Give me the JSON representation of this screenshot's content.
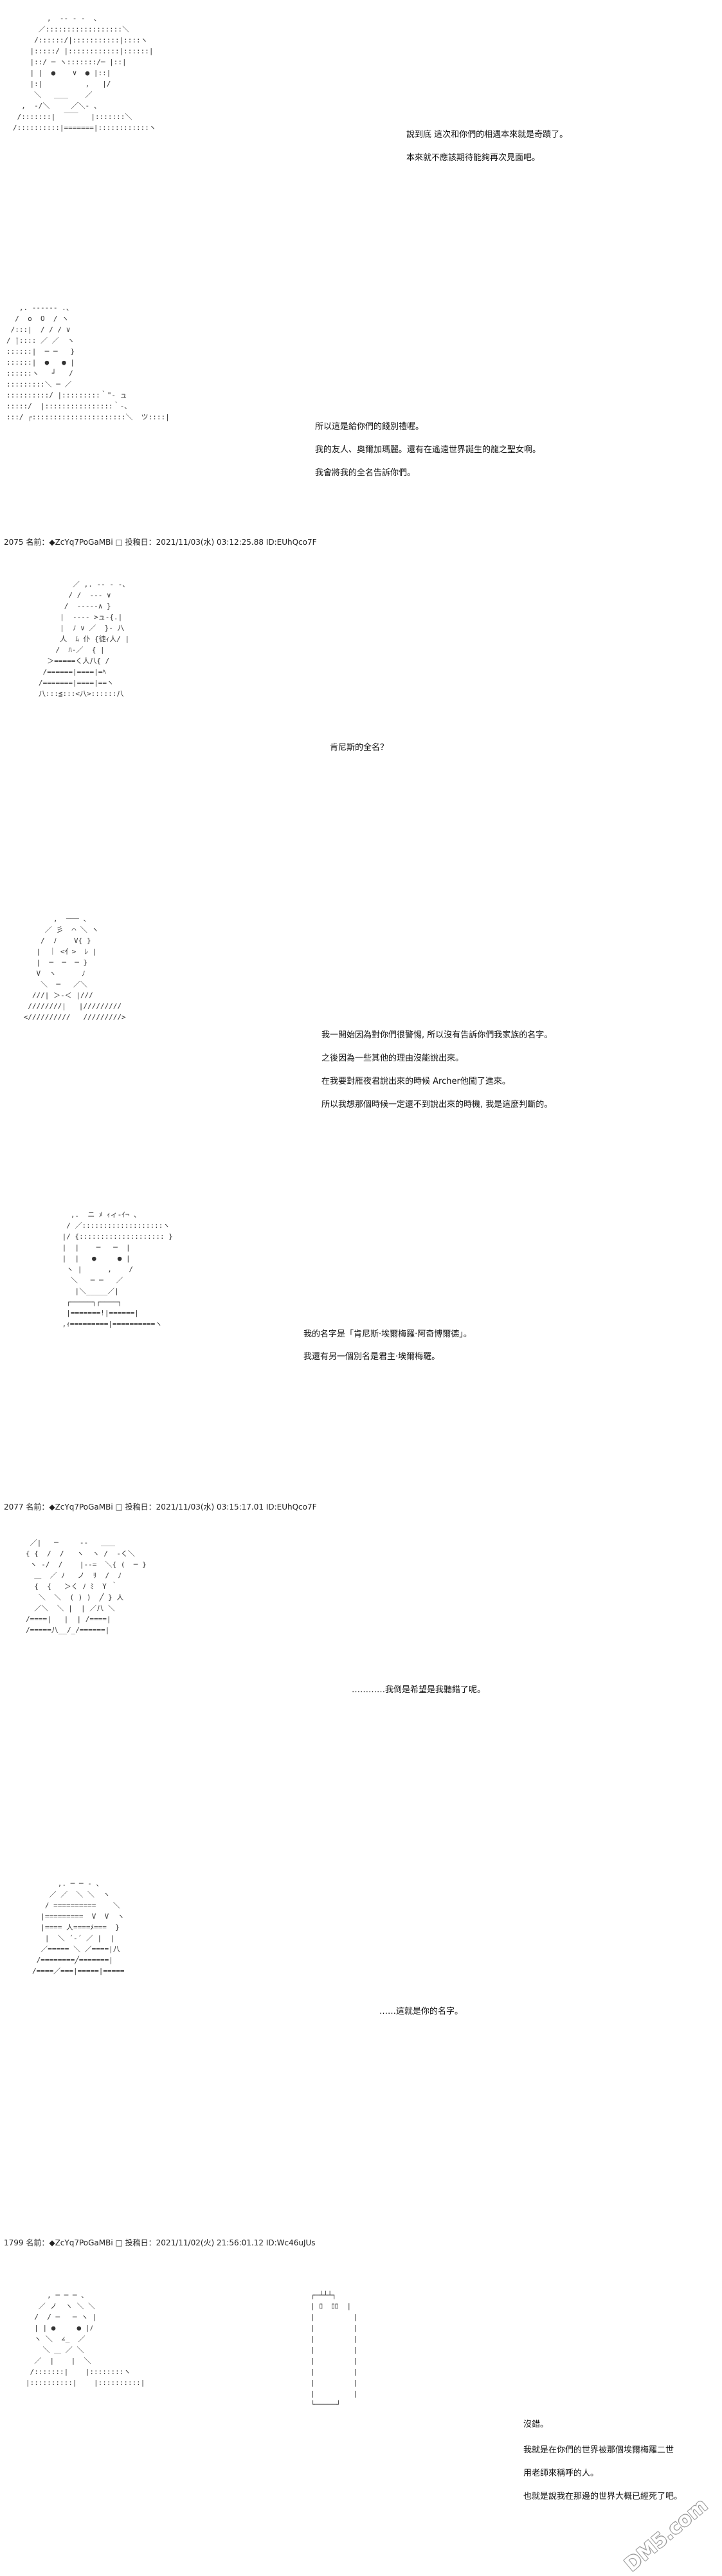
{
  "panels": [
    {
      "lines": [
        "說到底 這次和你們的相遇本來就是奇蹟了。",
        "本來就不應該期待能夠再次見面吧。"
      ]
    },
    {
      "lines": [
        "所以這是給你們的餞別禮喔。",
        "我的友人、奧爾加瑪麗。還有在遙遠世界誕生的龍之聖女啊。",
        "我會將我的全名告訴你們。"
      ]
    },
    {
      "lines": [
        "肯尼斯的全名？"
      ]
    },
    {
      "lines": [
        "我一開始因為對你們很警惕, 所以沒有告訴你們我家族的名字。",
        "之後因為一些其他的理由沒能說出來。",
        "在我要對雁夜君說出來的時候 Archer他闖了進來。",
        "所以我想那個時候一定還不到說出來的時機, 我是這麼判斷的。"
      ]
    },
    {
      "lines": [
        "我的名字是「肯尼斯·埃爾梅羅·阿奇博爾德」。",
        "我還有另一個別名是君主·埃爾梅羅。"
      ]
    },
    {
      "lines": [
        "…………我倒是希望是我聽錯了呢。"
      ]
    },
    {
      "lines": [
        "……這就是你的名字。"
      ]
    },
    {
      "lines": [
        "沒錯。",
        "我就是在你們的世界被那個埃爾梅羅二世",
        " 用老師來稱呼的人。",
        " 也就是說我在那邊的世界大概已經死了吧。"
      ]
    }
  ],
  "post_headers": [
    "2075 名前：◆ZcYq7PoGaMBi □ 投稿日：2021/11/03(水) 03:12:25.88 ID:EUhQco7F",
    "2077 名前：◆ZcYq7PoGaMBi □ 投稿日：2021/11/03(水) 03:15:17.01 ID:EUhQco7F",
    "1799 名前：◆ZcYq7PoGaMBi □ 投稿日：2021/11/02(火) 21:56:01.12 ID:Wc46uJUs"
  ],
  "art": {
    "a1": "        ,  -‐ ‐ -  、\n      ／::::::::::::::::::＼\n     /::::::/|:::::::::::|::::ヽ\n    |:::::/ |::::::::::::|::::::|\n    |::/ ─ ヽ:::::::/─ |::|\n    | |  ●    ∨  ● |::|\n    |:|          ,   |/\n     ＼   ＿＿    ／\n  ,  ‐/＼     ／＼‐ 、\n /:::::::|  ￣￣   |:::::::＼\n/::::::::::|=======|::::::::::::ヽ",
    "a2": "   ,. -‐‐‐‐‐ .、\n  /  o  O  / ヽ\n /:::|  / / / ∨\n/ ̄|:::: ／ ／  ヽ\n::::::|  ─ ─   }\n::::::|  ●   ● |\n::::::ヽ   ┘   /\n:::::::::＼ ─ ／\n::::::::::/ |:::::::::｀\"‐ ュ\n:::::/  |::::::::::::::::｀‐、\n:::/ ┌::::::::::::::::::::::＼  ツ::::|",
    "a3": "        ／ ,. -‐ ‐ -、\n       / /  --- ∨\n      /  -----∧ }\n     |  ---- >ュ-{.|\n     |  ﾉ ∨ ／  }- 八\n     人  ﾑ 仆 {徒ｨ人/ |\n    /  ﾊ-／  { |\n  ＞=====く人八{ /\n /======|====|=ﾍ\n/=======|====|==ヽ\n八:::≦:::<八>::::::八",
    "a4": "        ,  ─── 、\n      ／ 彡  ⌒ ＼ ヽ\n     /  ﾉ    V{ }\n    |  ｜ <亻>  ﾚ |\n    |  ─  ─  ─ }\n    V  ヽ      ﾉ\n     ＼  ─   ／＼\n   ///| ＞‐＜ |///\n  ////////|   |/////////\n <//////////   /////////>",
    "a5": "   ,.  ニ ﾒ ｨィ‐ｲ¬ ､\n  / ／:::::::::::::::::::ヽ\n |/ {:::::::::::::::::::: }\n |  |    ─   ─  |\n |  |   ●     ● |\n  ヽ |      ,    /\n   ＼   ─ ─   ／\n    |＼_____／|\n  ┌─────┐┌────┐\n  |=======!|======|\n ,ｨ=========|==========ヽ",
    "a6": " ／|   ─     --   ＿＿\n{ {  /  /   ヽ  ヽ /  -く＼\n ヽ ‐/  /    |-‐=  ＼{ (  ─ }\n  ＿  ／ ﾉ   ノ  ﾘ  /  ﾉ\n  {  {   ＞く ﾉ ﾐ  Y ｀\n   ＼  ＼  ( ) )  ╱ } 人\n  ／＼  ＼ |  | ／八 ＼\n/====|   |  | /====|\n/=====八__/_/======|",
    "a7": "      ,. ─ ─ ‐ 、\n    ／ ／  ＼ ＼  ヽ\n   / ==========    ＼\n  |=========  V  V  ヽ\n  |==== 人====ﾒ===  }\n   |  ＼ ´‐´ ／ |  |\n  ／===== ＼ ／====|八\n /========╱=======|\n/====／===|=====|=====",
    "a8": "     , ─ ─ ─ 、\n   ／ ノ  ヽ ＼ ＼\n  /  / ─   ─ ヽ |\n  | | ●     ● |ﾉ\n  ヽ ＼  ∠_  ／\n    ＼ ＿ ／ ＼\n  ／  |    |  ＼\n /:::::::|    |::::::::ヽ\n|::::::::::|    |::::::::::|",
    "a9": "  ┌─┴┴┴┐\n  | ﾛ  ﾛﾛ  |\n  |         |\n  |         |\n  |         |\n  |         |\n  |         |\n  |         |\n  |         |\n  |         |\n  └─────┘"
  },
  "watermark": "DM5.com"
}
